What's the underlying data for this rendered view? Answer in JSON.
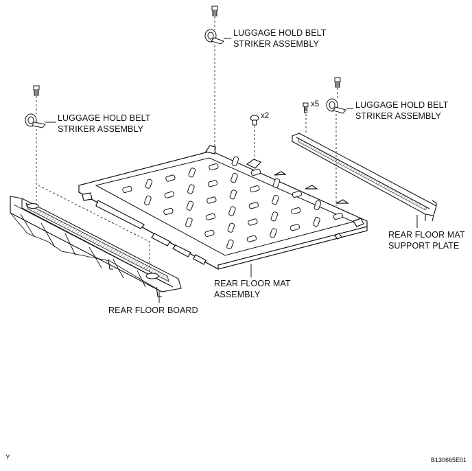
{
  "labels": {
    "striker_top": [
      "LUGGAGE HOLD BELT",
      "STRIKER ASSEMBLY"
    ],
    "striker_left": [
      "LUGGAGE HOLD BELT",
      "STRIKER ASSEMBLY"
    ],
    "striker_right": [
      "LUGGAGE HOLD BELT",
      "STRIKER ASSEMBLY"
    ],
    "mat_assembly": [
      "REAR FLOOR MAT",
      "ASSEMBLY"
    ],
    "support_plate": [
      "REAR FLOOR MAT",
      "SUPPORT PLATE"
    ],
    "floor_board": "REAR FLOOR BOARD"
  },
  "quantities": {
    "clip": "x2",
    "screw": "x5"
  },
  "corner": {
    "left": "Y",
    "right": "B130665E01"
  }
}
